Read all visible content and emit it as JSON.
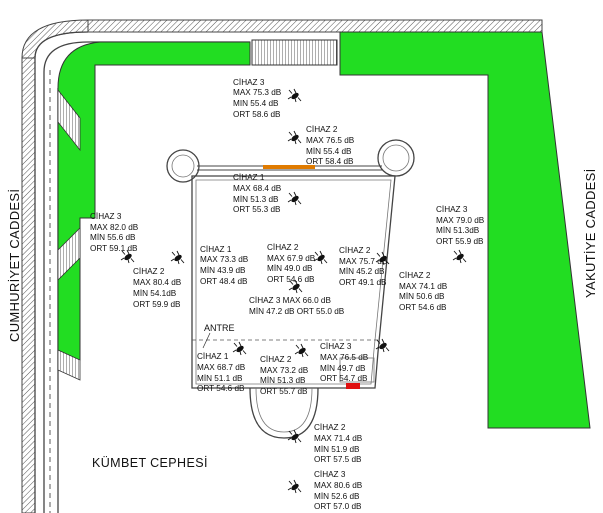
{
  "streets": {
    "left": "CUMHURİYET CADDESİ",
    "right": "YAKUTİYE CADDESİ",
    "bottom": "KÜMBET CEPHESİ"
  },
  "rooms": {
    "antre": "ANTRE"
  },
  "colors": {
    "green_area": "#22dd22",
    "wall": "#444444",
    "accent_orange": "#e07b00",
    "accent_red": "#e01010",
    "device_icon": "#111111"
  },
  "device_icon_name": "noise-meter-icon",
  "measurements": [
    {
      "id": "m1",
      "name": "CİHAZ 3",
      "max": "MAX 75.3 dB",
      "min": "MIN 55.4 dB",
      "ort": "ORT 58.6 dB"
    },
    {
      "id": "m2",
      "name": "CİHAZ 2",
      "max": "MAX 76.5 dB",
      "min": "MİN 55.4 dB",
      "ort": "ORT 58.4 dB"
    },
    {
      "id": "m3",
      "name": "CİHAZ 1",
      "max": "MAX 68.4 dB",
      "min": "MİN 51.3 dB",
      "ort": "ORT 55.3 dB"
    },
    {
      "id": "m4",
      "name": "CİHAZ 3",
      "max": "MAX 82.0 dB",
      "min": "MİN 55.6 dB",
      "ort": "ORT 59.1 dB"
    },
    {
      "id": "m5",
      "name": "CİHAZ 2",
      "max": "MAX 80.4 dB",
      "min": "MİN 54.1dB",
      "ort": "ORT 59.9 dB"
    },
    {
      "id": "m6",
      "name": "CİHAZ 1",
      "max": "MAX 73.3 dB",
      "min": "MİN 43.9 dB",
      "ort": "ORT 48.4 dB"
    },
    {
      "id": "m7",
      "name": "CİHAZ 2",
      "max": "MAX 67.9 dB",
      "min": "MİN 49.0 dB",
      "ort": "ORT 54.6 dB"
    },
    {
      "id": "m8",
      "name": "CİHAZ 2",
      "max": "MAX 75.7 dB",
      "min": "MİN 45.2 dB",
      "ort": "ORT 49.1 dB"
    },
    {
      "id": "m9",
      "name": "CİHAZ 3",
      "max": "MAX 79.0 dB",
      "min": "MİN 51.3dB",
      "ort": "ORT 55.9 dB"
    },
    {
      "id": "m10",
      "name": "CİHAZ 2",
      "max": "MAX 74.1 dB",
      "min": "MİN 50.6 dB",
      "ort": "ORT 54.6 dB"
    },
    {
      "id": "m11",
      "line1": "CİHAZ 3 MAX 66.0 dB",
      "line2": "MİN 47.2 dB ORT 55.0 dB"
    },
    {
      "id": "m12",
      "name": "CİHAZ 1",
      "max": "MAX 68.7 dB",
      "min": "MİN 51.1 dB",
      "ort": "ORT 54.6 dB"
    },
    {
      "id": "m13",
      "name": "CİHAZ 2",
      "max": "MAX 73.2 dB",
      "min": "MİN 51.3 dB",
      "ort": "ORT 55.7 dB"
    },
    {
      "id": "m14",
      "name": "CİHAZ 3",
      "max": "MAX 76.5 dB",
      "min": "MİN 49.7 dB",
      "ort": "ORT 54.7 dB"
    },
    {
      "id": "m15",
      "name": "CİHAZ 2",
      "max": "MAX 71.4 dB",
      "min": "MİN 51.9 dB",
      "ort": "ORT 57.5 dB"
    },
    {
      "id": "m16",
      "name": "CİHAZ 3",
      "max": "MAX 80.6 dB",
      "min": "MİN 52.6 dB",
      "ort": "ORT 57.0 dB"
    }
  ]
}
